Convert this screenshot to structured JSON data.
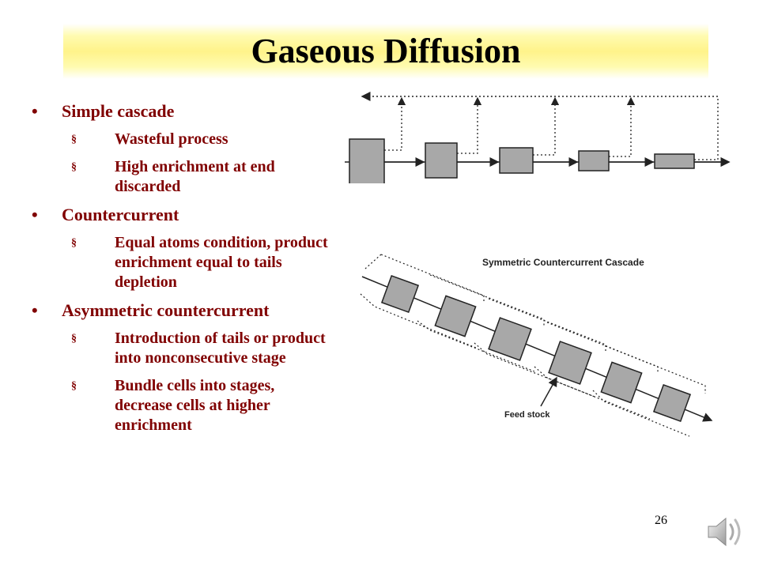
{
  "slide": {
    "title": "Gaseous Diffusion",
    "page_number": "26"
  },
  "bullets": [
    {
      "text": "Simple cascade",
      "subs": [
        "Wasteful process",
        "High enrichment at end discarded"
      ]
    },
    {
      "text": "Countercurrent",
      "subs": [
        "Equal atoms condition, product enrichment equal to tails depletion"
      ]
    },
    {
      "text": "Asymmetric countercurrent",
      "subs": [
        "Introduction of tails or product into nonconsecutive stage",
        "Bundle cells into stages, decrease cells at higher enrichment"
      ]
    }
  ],
  "diagram_bottom": {
    "title": "Symmetric Countercurrent Cascade",
    "feed_label": "Feed stock"
  },
  "colors": {
    "bullet_text": "#800000",
    "title_band": "#fff38a",
    "stage_fill": "#a8a8a8"
  },
  "icons": {
    "speaker": "speaker-icon"
  }
}
